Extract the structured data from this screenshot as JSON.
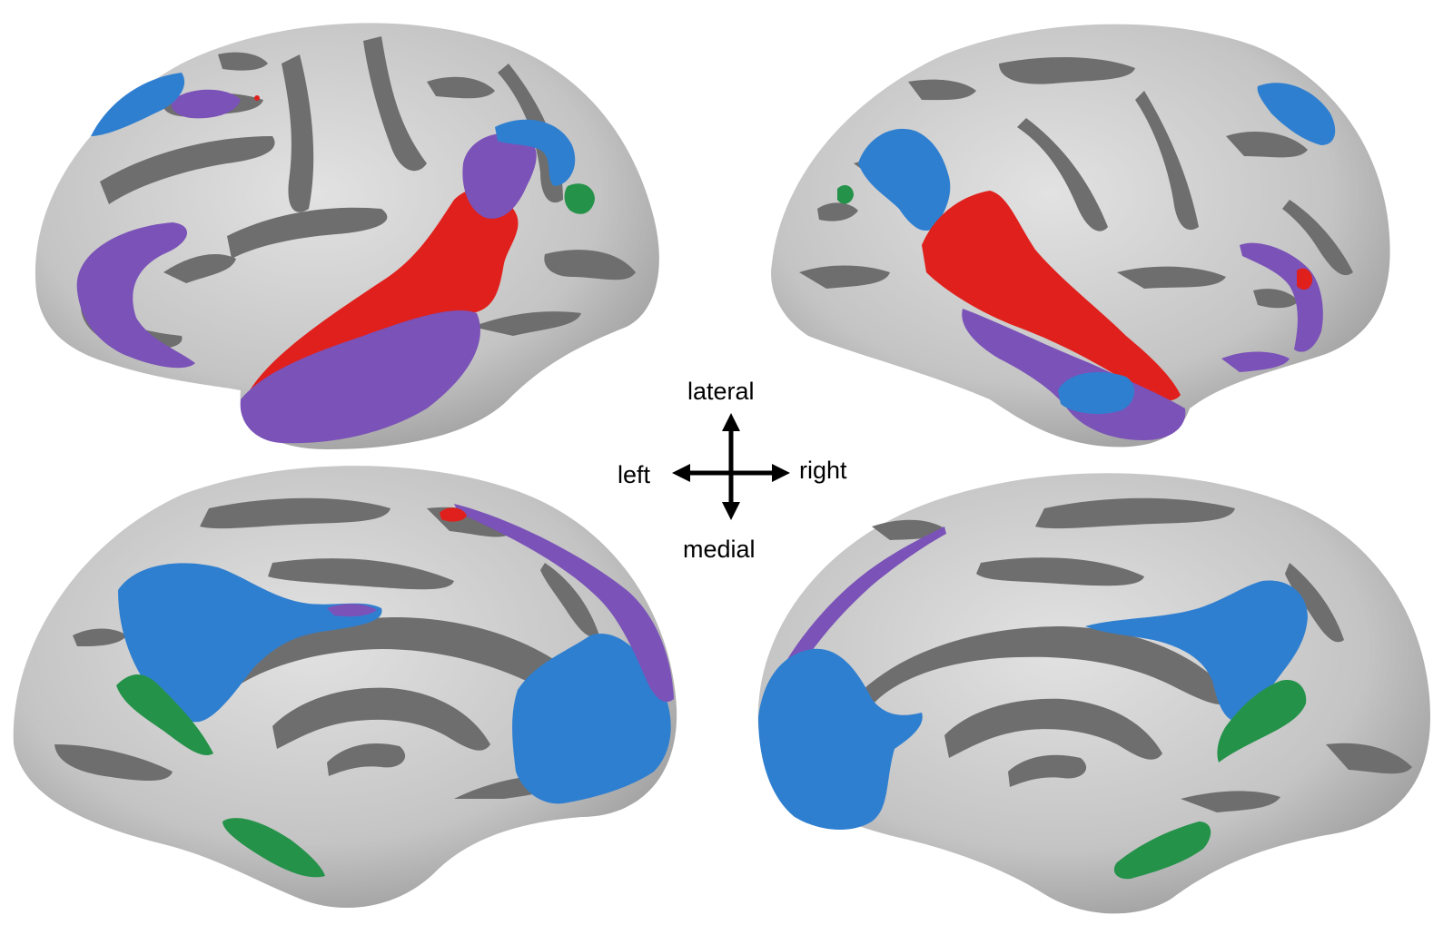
{
  "figure": {
    "orientation_key": {
      "up_label": "lateral",
      "down_label": "medial",
      "left_label": "left",
      "right_label": "right"
    },
    "panels": [
      {
        "name": "left-lateral-view",
        "hemisphere": "left",
        "surface": "lateral"
      },
      {
        "name": "right-lateral-view",
        "hemisphere": "right",
        "surface": "lateral"
      },
      {
        "name": "left-medial-view",
        "hemisphere": "left",
        "surface": "medial"
      },
      {
        "name": "right-medial-view",
        "hemisphere": "right",
        "surface": "medial"
      }
    ],
    "colors": {
      "background": "#ffffff",
      "cortex_gyri": "#c8c8c8",
      "cortex_sulci": "#6e6e6e",
      "red_region": "#e0201c",
      "purple_region": "#7a52b8",
      "blue_region": "#2f7fd0",
      "green_region": "#25924a",
      "arrow": "#000000"
    }
  }
}
